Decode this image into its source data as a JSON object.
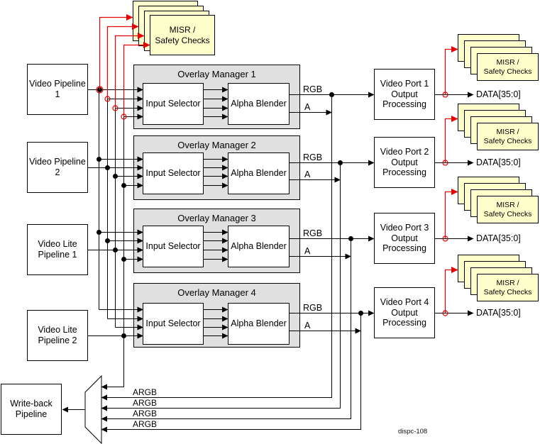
{
  "colors": {
    "wire_black": "#000000",
    "misr_red": "#e80000",
    "card_yellow": "#ffffcc",
    "manager_gray": "#e0e0e0"
  },
  "misr_card": {
    "line1": "MISR /",
    "line2": "Safety Checks"
  },
  "pipelines": [
    {
      "label": "Video Pipeline 1"
    },
    {
      "label": "Video Pipeline 2"
    },
    {
      "label": "Video Lite Pipeline 1"
    },
    {
      "label": "Video Lite Pipeline 2"
    }
  ],
  "overlay_managers": [
    {
      "title": "Overlay Manager 1",
      "input_selector": "Input Selector",
      "alpha_blender": "Alpha Blender",
      "rgb_label": "RGB",
      "alpha_label": "A"
    },
    {
      "title": "Overlay Manager 2",
      "input_selector": "Input Selector",
      "alpha_blender": "Alpha Blender",
      "rgb_label": "RGB",
      "alpha_label": "A"
    },
    {
      "title": "Overlay Manager 3",
      "input_selector": "Input Selector",
      "alpha_blender": "Alpha Blender",
      "rgb_label": "RGB",
      "alpha_label": "A"
    },
    {
      "title": "Overlay Manager 4",
      "input_selector": "Input Selector",
      "alpha_blender": "Alpha Blender",
      "rgb_label": "RGB",
      "alpha_label": "A"
    }
  ],
  "video_ports": [
    {
      "label": "Video Port 1 Output Processing",
      "data_label": "DATA[35:0]"
    },
    {
      "label": "Video Port 2 Output Processing",
      "data_label": "DATA[35:0]"
    },
    {
      "label": "Video Port 3 Output Processing",
      "data_label": "DATA[35:0]"
    },
    {
      "label": "Video Port 4 Output Processing",
      "data_label": "DATA[35:0]"
    }
  ],
  "writeback": {
    "label": "Write-back Pipeline"
  },
  "argb_labels": [
    "ARGB",
    "ARGB",
    "ARGB",
    "ARGB"
  ],
  "figure_id": "dispc-108"
}
